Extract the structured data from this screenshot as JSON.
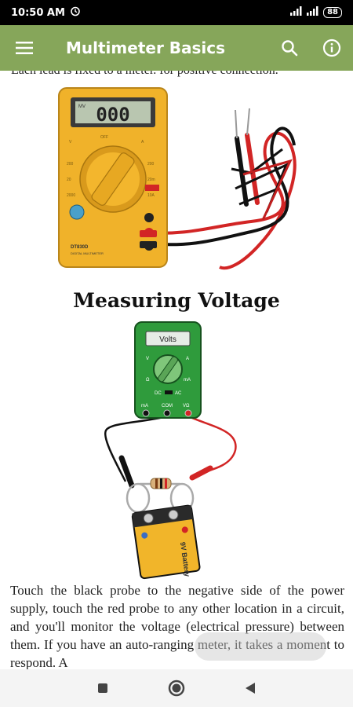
{
  "status_bar": {
    "time": "10:50 AM",
    "battery": "88"
  },
  "app_bar": {
    "title": "Multimeter Basics",
    "menu_icon": "hamburger-menu-icon",
    "search_icon": "search-icon",
    "info_icon": "info-icon"
  },
  "content": {
    "cut_line": "Each lead is fixed to a meter. for positive connection.",
    "multimeter_display": "000",
    "multimeter_model": "DT830D",
    "multimeter_subtitle": "DIGITAL MULTIMETER",
    "multimeter_top_label": "MV",
    "heading": "Measuring Voltage",
    "voltmeter_label": "Volts",
    "voltmeter_scale_v": "V",
    "voltmeter_scale_a": "A",
    "voltmeter_scale_ohm": "Ω",
    "voltmeter_scale_ma": "mA",
    "voltmeter_mode": "DC",
    "voltmeter_ac": "AC",
    "port_ma": "mA",
    "port_com": "COM",
    "port_vohm": "VΩ",
    "battery_label": "9V Battery",
    "paragraph": "Touch the black probe to the negative side of the power supply, touch the red probe to any other location in a circuit, and you'll monitor the voltage (electrical pressure) between them. If you have an auto-ranging meter, it takes a moment to respond. A"
  },
  "nav_bar": {
    "recent": "square-nav-icon",
    "home": "circle-nav-icon",
    "back": "triangle-back-icon"
  },
  "colors": {
    "app_bar": "#86a65a",
    "multimeter_body": "#f0b22a",
    "voltmeter_body": "#2f9b3c",
    "probe_red": "#d22525",
    "probe_black": "#111111"
  }
}
